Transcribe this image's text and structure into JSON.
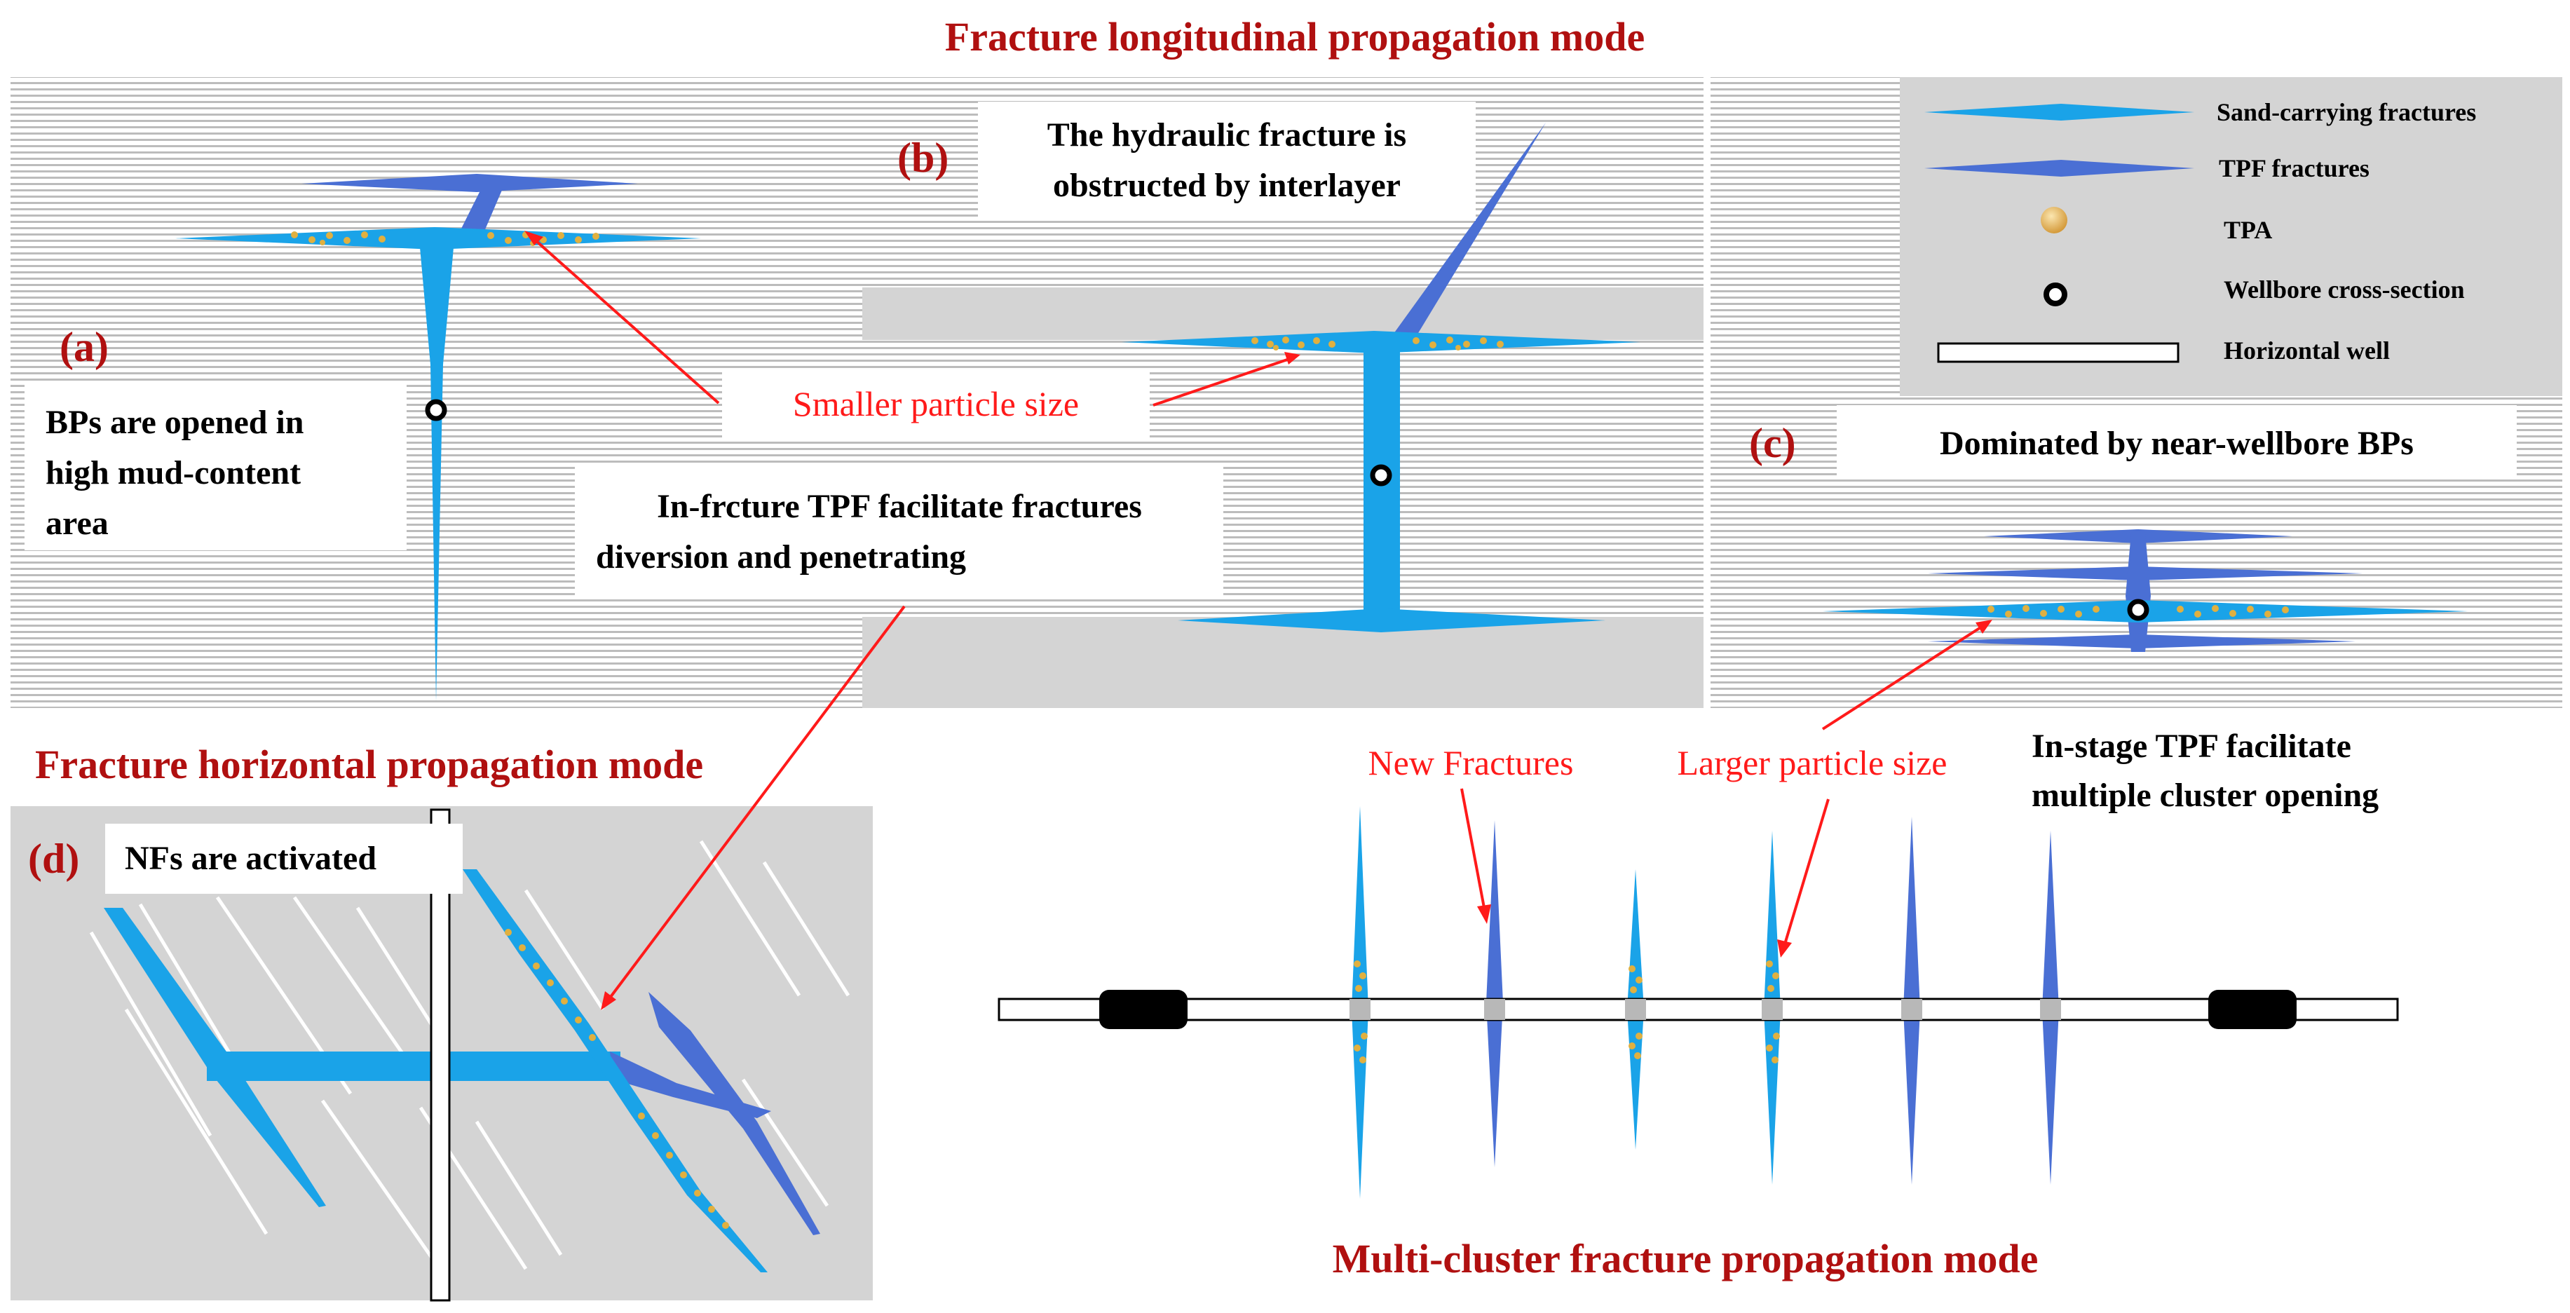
{
  "titles": {
    "longitudinal": "Fracture longitudinal propagation mode",
    "horizontal": "Fracture horizontal propagation mode",
    "multicluster": "Multi-cluster fracture propagation mode"
  },
  "panels": {
    "a": {
      "label": "(a)",
      "text": [
        "BPs are opened in",
        "high mud-content",
        "area"
      ]
    },
    "b": {
      "label": "(b)",
      "text": [
        "The hydraulic fracture is",
        "obstructed by interlayer"
      ]
    },
    "c": {
      "label": "(c)",
      "text": [
        "Dominated by near-wellbore BPs"
      ]
    },
    "d": {
      "label": "(d)",
      "text": [
        "NFs are activated"
      ]
    }
  },
  "callouts": {
    "smaller_particle": "Smaller particle size",
    "in_fracture_tpf": [
      "In-frcture TPF facilitate fractures",
      "diversion and penetrating"
    ],
    "new_fractures": "New Fractures",
    "larger_particle": "Larger particle size",
    "in_stage_tpf": [
      "In-stage TPF facilitate",
      "multiple cluster opening"
    ]
  },
  "legend": {
    "items": [
      {
        "label": "Sand-carrying fractures",
        "symbol": "light-fracture"
      },
      {
        "label": "TPF fractures",
        "symbol": "dark-fracture"
      },
      {
        "label": "TPA",
        "symbol": "tpa-particle"
      },
      {
        "label": "Wellbore cross-section",
        "symbol": "wellbore-circle"
      },
      {
        "label": "Horizontal well",
        "symbol": "well-bar"
      }
    ]
  },
  "colors": {
    "sand_fracture": "#1aa3e8",
    "tpf_fracture": "#4a6fd4",
    "tpa": "#e0b040",
    "annotation_red": "#ff1a1a",
    "title_red": "#b01010",
    "formation_gray": "#d4d4d4"
  }
}
